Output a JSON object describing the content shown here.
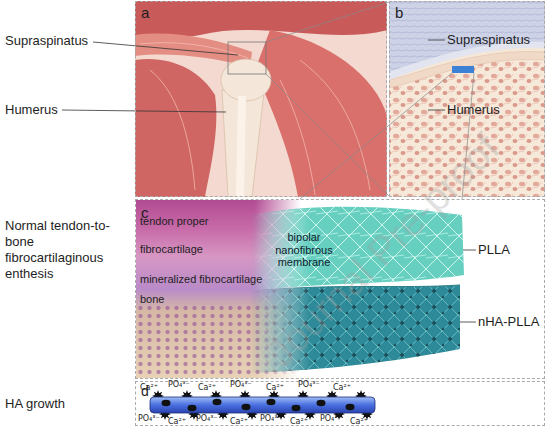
{
  "diagram": {
    "nodes": [
      {
        "text": [
          "a"
        ]
      },
      {
        "text": [
          "b"
        ]
      },
      {
        "text": [
          "c"
        ]
      },
      {
        "text": [
          "tendon proper",
          "fibrocartilage",
          "mineralized fibrocartilage",
          "bone"
        ],
        "in": 2
      },
      {
        "text": [
          "bipolar nanofibrous membrane"
        ],
        "in": 2
      },
      {
        "text": [
          "d"
        ]
      }
    ],
    "labels": [
      "Supraspinatus",
      "Humerus",
      "Supraspinatus",
      "Humerus",
      "Normal tendon-to-bone fibrocartilaginous enthesis",
      "PLLA",
      "nHA-PLLA",
      "HA growth",
      "Ca²⁺",
      "PO₄³⁻",
      "Ca²⁺",
      "PO₄³⁻",
      "Ca²⁺",
      "PO₄³⁻",
      "Ca²⁺",
      "PO₄³⁻",
      "Ca²⁺",
      "PO₄³⁻",
      "Ca²⁺",
      "PO₄³⁻",
      "Ca²⁺",
      "PO₄³⁻",
      "Ca²⁺",
      "Journal Pre-proof"
    ]
  }
}
